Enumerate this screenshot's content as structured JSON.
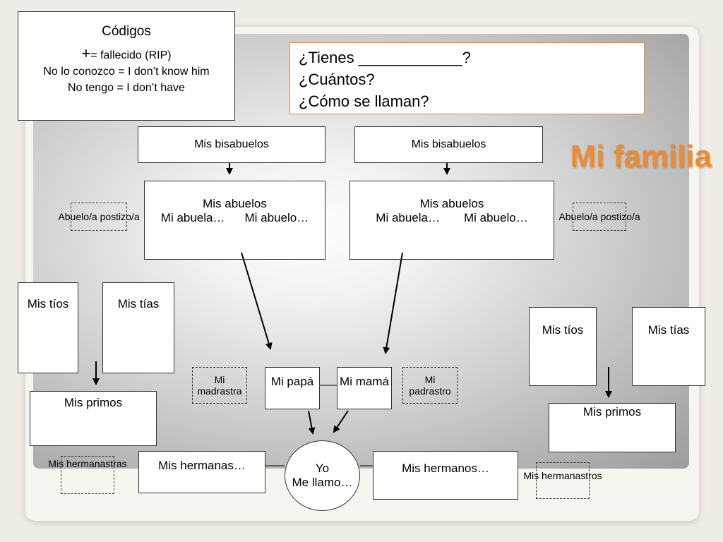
{
  "title": "Mi familia",
  "codes": {
    "heading": "Códigos",
    "plus_symbol": "+",
    "plus_text": "= fallecido (RIP)",
    "line2": "No lo conozco = I don’t know him",
    "line3": "No tengo = I don’t have"
  },
  "questions": {
    "q1": "¿Tienes ____________?",
    "q2": "¿Cuántos?",
    "q3": "¿Cómo se llaman?"
  },
  "left": {
    "great_grandparents": "Mis bisabuelos",
    "grandparents_title": "Mis abuelos",
    "grandmother": "Mi abuela…",
    "grandfather": "Mi abuelo…",
    "step_grandparent": "Abuelo/a postizo/a",
    "uncles": "Mis tíos",
    "aunts": "Mis tías",
    "cousins": "Mis primos",
    "step_sisters": "Mis hermanastras",
    "sisters": "Mis hermanas…"
  },
  "right": {
    "great_grandparents": "Mis bisabuelos",
    "grandparents_title": "Mis abuelos",
    "grandmother": "Mi abuela…",
    "grandfather": "Mi abuelo…",
    "step_grandparent": "Abuelo/a postizo/a",
    "uncles": "Mis tíos",
    "aunts": "Mis tías",
    "cousins": "Mis primos",
    "step_brothers": "Mis hermanastros",
    "brothers": "Mis hermanos…"
  },
  "center": {
    "stepmother": "Mi madrastra",
    "stepfather": "Mi padrastro",
    "father": "Mi papá",
    "mother": "Mi mamá",
    "me": "Yo",
    "my_name": "Me llamo…"
  },
  "colors": {
    "accent": "#f08b2e",
    "question_border": "#e08a3c"
  }
}
